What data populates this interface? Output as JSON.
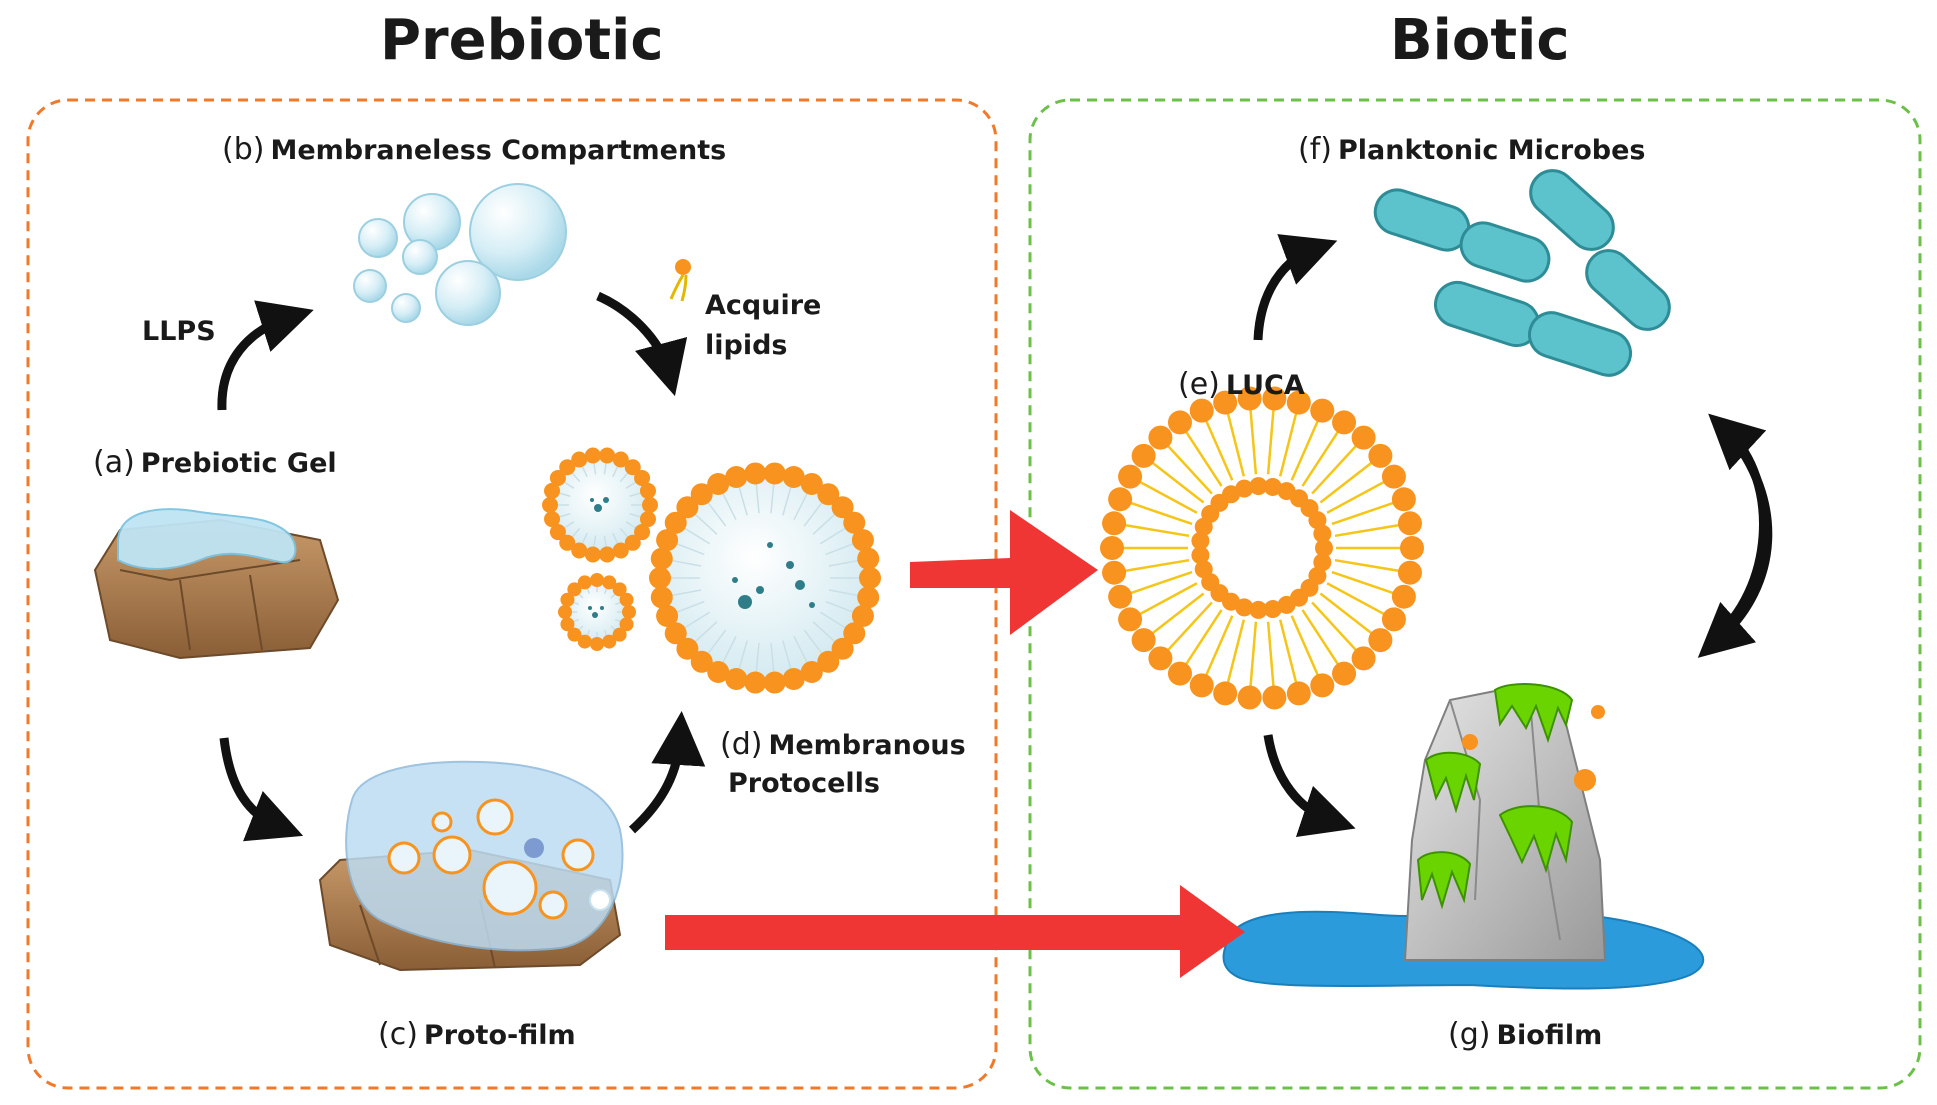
{
  "titles": {
    "prebiotic": "Prebiotic",
    "biotic": "Biotic"
  },
  "labels": {
    "a": {
      "key": "(a)",
      "text": "Prebiotic Gel"
    },
    "b": {
      "key": "(b)",
      "text": "Membraneless Compartments"
    },
    "c": {
      "key": "(c)",
      "text": "Proto-film"
    },
    "d": {
      "key": "(d)",
      "text": "Membranous",
      "text2": "Protocells"
    },
    "e": {
      "key": "(e)",
      "text": "LUCA"
    },
    "f": {
      "key": "(f)",
      "text": "Planktonic Microbes"
    },
    "g": {
      "key": "(g)",
      "text": "Biofilm"
    }
  },
  "annotations": {
    "llps": "LLPS",
    "acquire_lipids_1": "Acquire",
    "acquire_lipids_2": "lipids"
  },
  "colors": {
    "prebiotic_border": "#f07a2a",
    "biotic_border": "#6cc04a",
    "red_arrow": "#f03535",
    "black_arrow": "#111111",
    "lipid_head": "#f7931e",
    "lipid_tail": "#f5c518",
    "microbe": "#4fb8c1",
    "water": "#2f9fd8",
    "slime": "#7ed321"
  }
}
